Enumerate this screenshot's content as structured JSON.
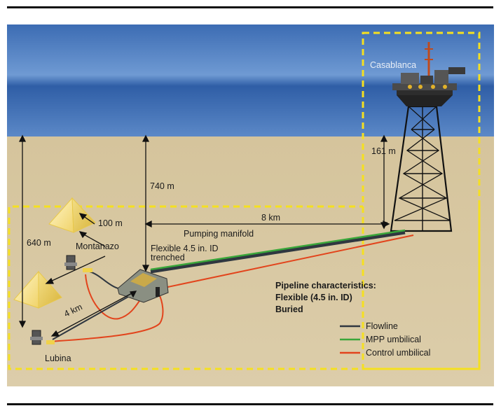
{
  "labels": {
    "platform": "Casablanca",
    "platform_depth": "161 m",
    "manifold_depth": "740 m",
    "lubina_depth": "640 m",
    "distance_manifold_platform": "8 km",
    "pumping_manifold": "Pumping manifold",
    "flexible_line1": "Flexible 4.5 in. ID",
    "flexible_line2": "trenched",
    "distance_montanazo": "100 m",
    "montanazo": "Montanazo",
    "distance_lubina": "4 km",
    "lubina": "Lubina"
  },
  "pipeline": {
    "title": "Pipeline characteristics:",
    "line2": "Flexible (4.5 in. ID)",
    "line3": "Buried"
  },
  "legend": [
    {
      "label": "Flowline",
      "color": "#2f3740"
    },
    {
      "label": "MPP umbilical",
      "color": "#3aa63a"
    },
    {
      "label": "Control umbilical",
      "color": "#e2441c"
    }
  ],
  "colors": {
    "sea_top": "#3e6fb4",
    "sea_bottom": "#5f8dcc",
    "seabed": "#d9c9a3",
    "callout": "#f5e020"
  }
}
